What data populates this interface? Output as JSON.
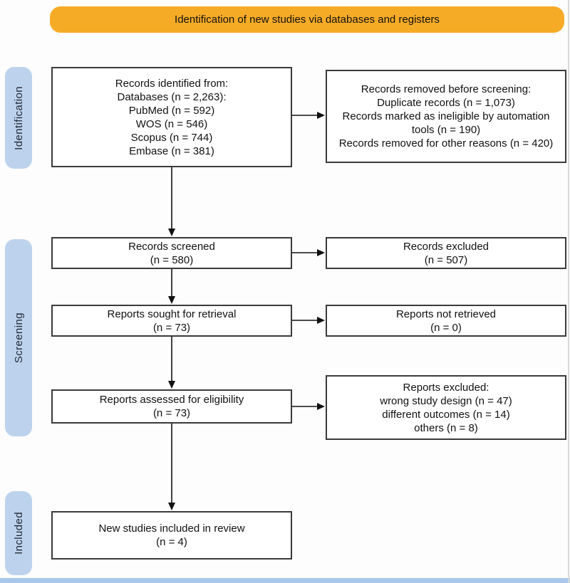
{
  "colors": {
    "banner-bg": "#F6AB27",
    "pill-bg": "#BDD3ED",
    "strip-bg": "#A9C8E9",
    "box-border": "#3a3a3a"
  },
  "banner": {
    "label": "Identification of new studies via databases and registers"
  },
  "sidebar": {
    "stages": [
      {
        "label": "Identification"
      },
      {
        "label": "Screening"
      },
      {
        "label": "Included"
      }
    ]
  },
  "boxes": {
    "records_identified": {
      "lines": [
        "Records identified from:",
        "Databases (n = 2,263):",
        "PubMed (n = 592)",
        "WOS (n = 546)",
        "Scopus (n = 744)",
        "Embase (n = 381)"
      ]
    },
    "records_removed": {
      "lines": [
        "Records removed before screening:",
        "Duplicate records (n = 1,073)",
        "Records marked as ineligible by automation tools (n = 190)",
        "Records removed for other reasons (n = 420)"
      ]
    },
    "records_screened": {
      "lines": [
        "Records screened",
        "(n = 580)"
      ]
    },
    "records_excluded": {
      "lines": [
        "Records excluded",
        "(n = 507)"
      ]
    },
    "reports_sought": {
      "lines": [
        "Reports sought for retrieval",
        "(n = 73)"
      ]
    },
    "reports_not_retrieved": {
      "lines": [
        "Reports not retrieved",
        "(n = 0)"
      ]
    },
    "reports_assessed": {
      "lines": [
        "Reports assessed for eligibility",
        "(n = 73)"
      ]
    },
    "reports_excluded": {
      "lines": [
        "Reports excluded:",
        "wrong study design (n = 47)",
        "different outcomes (n = 14)",
        "others (n = 8)"
      ]
    },
    "new_studies": {
      "lines": [
        "New studies included in review",
        "(n = 4)"
      ]
    }
  }
}
